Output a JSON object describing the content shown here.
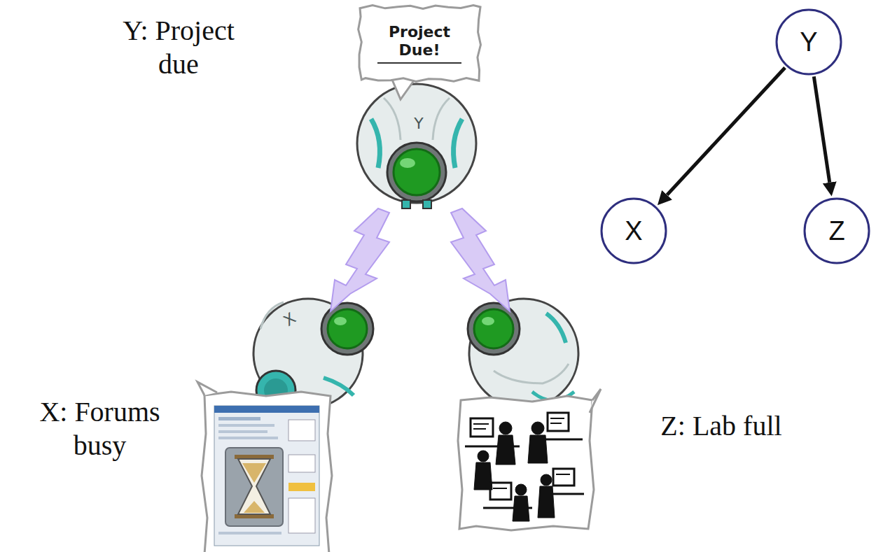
{
  "diagram": {
    "nodes": [
      {
        "text": [
          "Project Due!"
        ]
      },
      {
        "text": [
          "Y"
        ]
      },
      {
        "text": [
          "X"
        ]
      },
      {
        "text": [
          "Z"
        ]
      }
    ],
    "edges": [
      {
        "from": 1,
        "to": 2,
        "arrow": "to"
      },
      {
        "from": 1,
        "to": 3,
        "arrow": "to"
      }
    ],
    "labels": [
      "Y: Project due",
      "Y",
      "X",
      "X: Forums busy",
      "Z: Lab full"
    ]
  }
}
